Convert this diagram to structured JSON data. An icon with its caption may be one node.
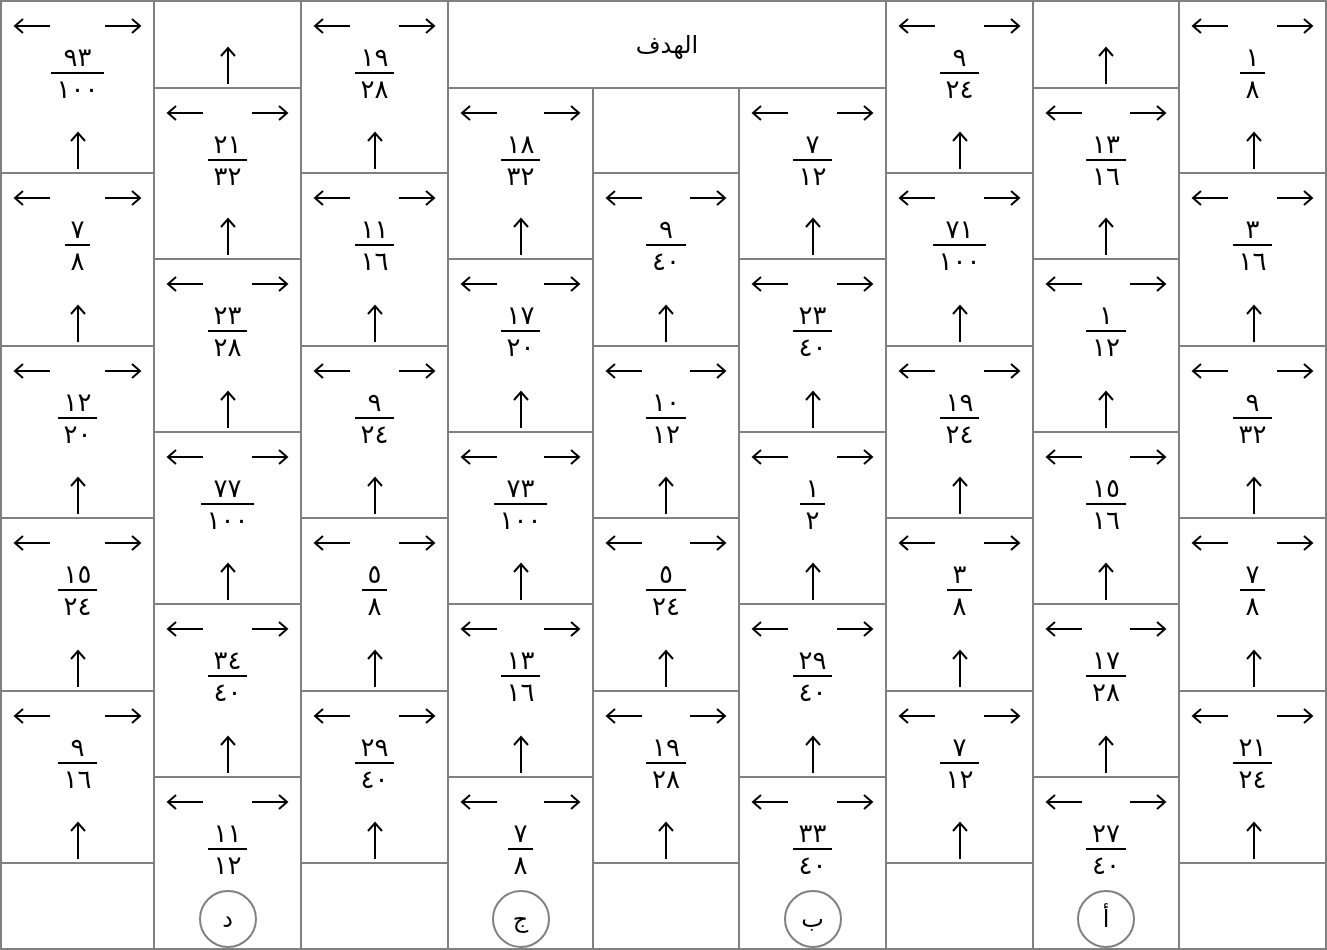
{
  "diagram": {
    "nodes": [
      {
        "text": [
          "٩٣",
          "١٠٠"
        ]
      },
      {
        "text": [],
        "shape": "box"
      },
      {
        "text": [
          "١٩",
          "٢٨"
        ]
      },
      {
        "text": [
          "الهدف"
        ]
      },
      {
        "text": [
          "٩",
          "٢٤"
        ]
      },
      {
        "text": [],
        "shape": "box"
      },
      {
        "text": [
          "١",
          "٨"
        ]
      },
      {
        "text": [
          "٢١",
          "٣٢"
        ]
      },
      {
        "text": [
          "١٨",
          "٣٢"
        ]
      },
      {
        "text": [],
        "shape": "box"
      },
      {
        "text": [
          "٧",
          "١٢"
        ]
      },
      {
        "text": [
          "١٣",
          "١٦"
        ]
      },
      {
        "text": [
          "٧",
          "٨"
        ]
      },
      {
        "text": [
          "١١",
          "١٦"
        ]
      },
      {
        "text": [
          "٩",
          "٤٠"
        ]
      },
      {
        "text": [
          "٧١",
          "١٠٠"
        ]
      },
      {
        "text": [
          "٣",
          "١٦"
        ]
      },
      {
        "text": [
          "٢٣",
          "٢٨"
        ]
      },
      {
        "text": [
          "١٧",
          "٢٠"
        ]
      },
      {
        "text": [
          "٢٣",
          "٤٠"
        ]
      },
      {
        "text": [
          "١",
          "١٢"
        ]
      },
      {
        "text": [
          "١٢",
          "٢٠"
        ]
      },
      {
        "text": [
          "٩",
          "٢٤"
        ]
      },
      {
        "text": [
          "١٠",
          "١٢"
        ]
      },
      {
        "text": [
          "١٩",
          "٢٤"
        ]
      },
      {
        "text": [
          "٩",
          "٣٢"
        ]
      },
      {
        "text": [
          "٧٧",
          "١٠٠"
        ]
      },
      {
        "text": [
          "٧٣",
          "١٠٠"
        ]
      },
      {
        "text": [
          "١",
          "٢"
        ]
      },
      {
        "text": [
          "١٥",
          "١٦"
        ]
      },
      {
        "text": [
          "١٥",
          "٢٤"
        ]
      },
      {
        "text": [
          "٥",
          "٨"
        ]
      },
      {
        "text": [
          "٥",
          "٢٤"
        ]
      },
      {
        "text": [
          "٣",
          "٨"
        ]
      },
      {
        "text": [
          "٧",
          "٨"
        ]
      },
      {
        "text": [
          "٣٤",
          "٤٠"
        ]
      },
      {
        "text": [
          "١٣",
          "١٦"
        ]
      },
      {
        "text": [
          "٢٩",
          "٤٠"
        ]
      },
      {
        "text": [
          "١٧",
          "٢٨"
        ]
      },
      {
        "text": [
          "٩",
          "١٦"
        ]
      },
      {
        "text": [
          "٢٩",
          "٤٠"
        ]
      },
      {
        "text": [
          "١٩",
          "٢٨"
        ]
      },
      {
        "text": [
          "٧",
          "١٢"
        ]
      },
      {
        "text": [
          "٢١",
          "٢٤"
        ]
      },
      {
        "text": [
          "١١",
          "١٢"
        ]
      },
      {
        "text": [
          "٧",
          "٨"
        ]
      },
      {
        "text": [
          "٣٣",
          "٤٠"
        ]
      },
      {
        "text": [
          "٢٧",
          "٤٠"
        ]
      },
      {
        "text": [],
        "shape": "box"
      },
      {
        "text": [],
        "shape": "box"
      },
      {
        "text": [],
        "shape": "box"
      },
      {
        "text": [],
        "shape": "box"
      },
      {
        "text": [],
        "shape": "box"
      },
      {
        "text": [
          "د"
        ],
        "in": 44
      },
      {
        "text": [
          "ج"
        ],
        "in": 45
      },
      {
        "text": [
          "ب"
        ],
        "in": 46
      },
      {
        "text": [
          "أ"
        ],
        "in": 47
      }
    ]
  }
}
